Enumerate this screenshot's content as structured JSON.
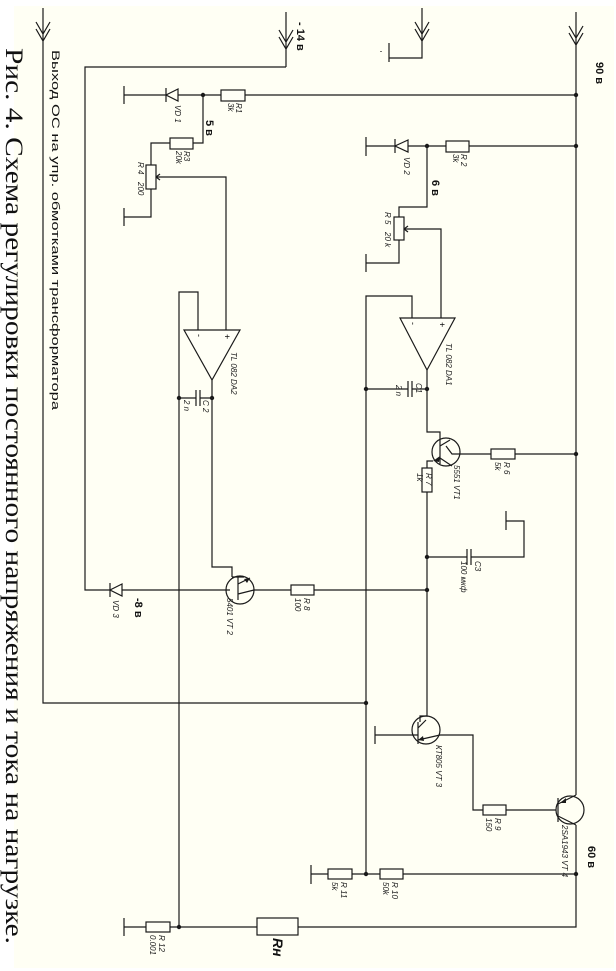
{
  "caption": "Рис. 4. Схема регулировки постоянного напряжения и тока на нагрузке.",
  "feedback_output_label": "Выход ОС на упр. обмотками трансформатора",
  "voltages": {
    "v90": "90 в",
    "vm14": "- 14 в",
    "v5": "5 в",
    "v6": "6 в",
    "vm8": "-8 в",
    "v60": "60 в"
  },
  "components": {
    "R1": {
      "name": "R1",
      "value": "3k"
    },
    "R2": {
      "name": "R 2",
      "value": "3k"
    },
    "R3": {
      "name": "R3",
      "value": "20k"
    },
    "R4": {
      "name": "R 4",
      "value": "200"
    },
    "R5": {
      "name": "R 5",
      "value": "20 k"
    },
    "R6": {
      "name": "R 6",
      "value": "5k"
    },
    "R7": {
      "name": "R 7",
      "value": "1k"
    },
    "R8": {
      "name": "R 8",
      "value": "100"
    },
    "R9": {
      "name": "R 9",
      "value": "150"
    },
    "R10": {
      "name": "R 10",
      "value": "50k"
    },
    "R11": {
      "name": "R 11",
      "value": "5k"
    },
    "R12": {
      "name": "R 12",
      "value": "0.001"
    },
    "Rn": {
      "name": "Rн"
    },
    "C1": {
      "name": "C1",
      "value": "2 n"
    },
    "C2": {
      "name": "C 2",
      "value": "2 n"
    },
    "C3": {
      "name": "C3",
      "value": "100 мкф"
    },
    "VD1": {
      "name": "VD 1"
    },
    "VD2": {
      "name": "VD 2"
    },
    "VD3": {
      "name": "VD 3"
    },
    "DA1": {
      "name": "TL 082 DA1"
    },
    "DA2": {
      "name": "TL 082 DA2"
    },
    "VT1": {
      "name": "5551 VT1"
    },
    "VT2": {
      "name": "5401 VT 2"
    },
    "VT3": {
      "name": "КТ805 VT 3"
    },
    "VT4": {
      "name": "2SA1943 VT 4"
    }
  },
  "opamp_pins": {
    "plus": "+",
    "minus": "-"
  }
}
